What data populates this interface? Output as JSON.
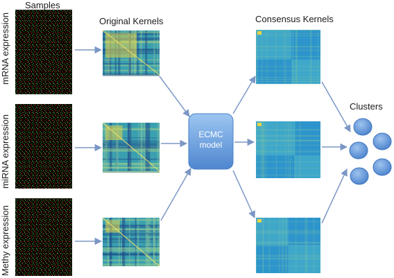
{
  "labels": {
    "samples": "Samples",
    "original_kernels": "Original Kernels",
    "consensus_kernels": "Consensus Kernels",
    "clusters": "Clusters",
    "model_line1": "ECMC",
    "model_line2": "model"
  },
  "omics": [
    "mRNA expression",
    "miRNA expression",
    "Methy expression"
  ],
  "colors": {
    "arrow": "#7b97c6",
    "model_fill": "#6ea2de",
    "cluster_fill": "#6a9bd6",
    "consensus_base": "#2e95cc",
    "heatmap_base": "#3aa0b0",
    "heatmap_hot": "#e4d44a"
  }
}
